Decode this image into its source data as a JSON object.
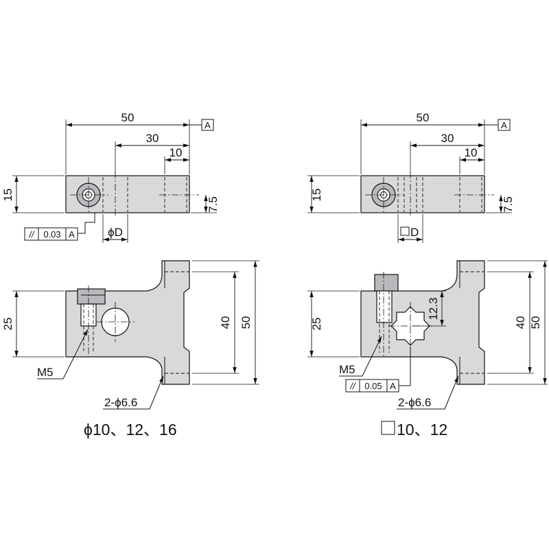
{
  "left": {
    "dim_width": "50",
    "dim_30": "30",
    "dim_10": "10",
    "datum": "A",
    "dim_height": "15",
    "dim_half": "7.5",
    "tol_symbol": "//",
    "tol_value": "0.03",
    "tol_datum": "A",
    "bore_label": "ϕD",
    "dim_25": "25",
    "dim_40": "40",
    "dim_50_vertical": "50",
    "screw_label": "M5",
    "holes_label": "2-ϕ6.6",
    "caption": "ϕ10、12、16"
  },
  "right": {
    "dim_width": "50",
    "dim_30": "30",
    "dim_10": "10",
    "datum": "A",
    "dim_height": "15",
    "dim_half": "7.5",
    "square_label": "D",
    "dim_25": "25",
    "dim_123": "12.3",
    "dim_40": "40",
    "dim_50_vertical": "50",
    "screw_label": "M5",
    "tol_symbol": "//",
    "tol_value": "0.05",
    "tol_datum": "A",
    "holes_label": "2-ϕ6.6",
    "caption": "10、12"
  }
}
